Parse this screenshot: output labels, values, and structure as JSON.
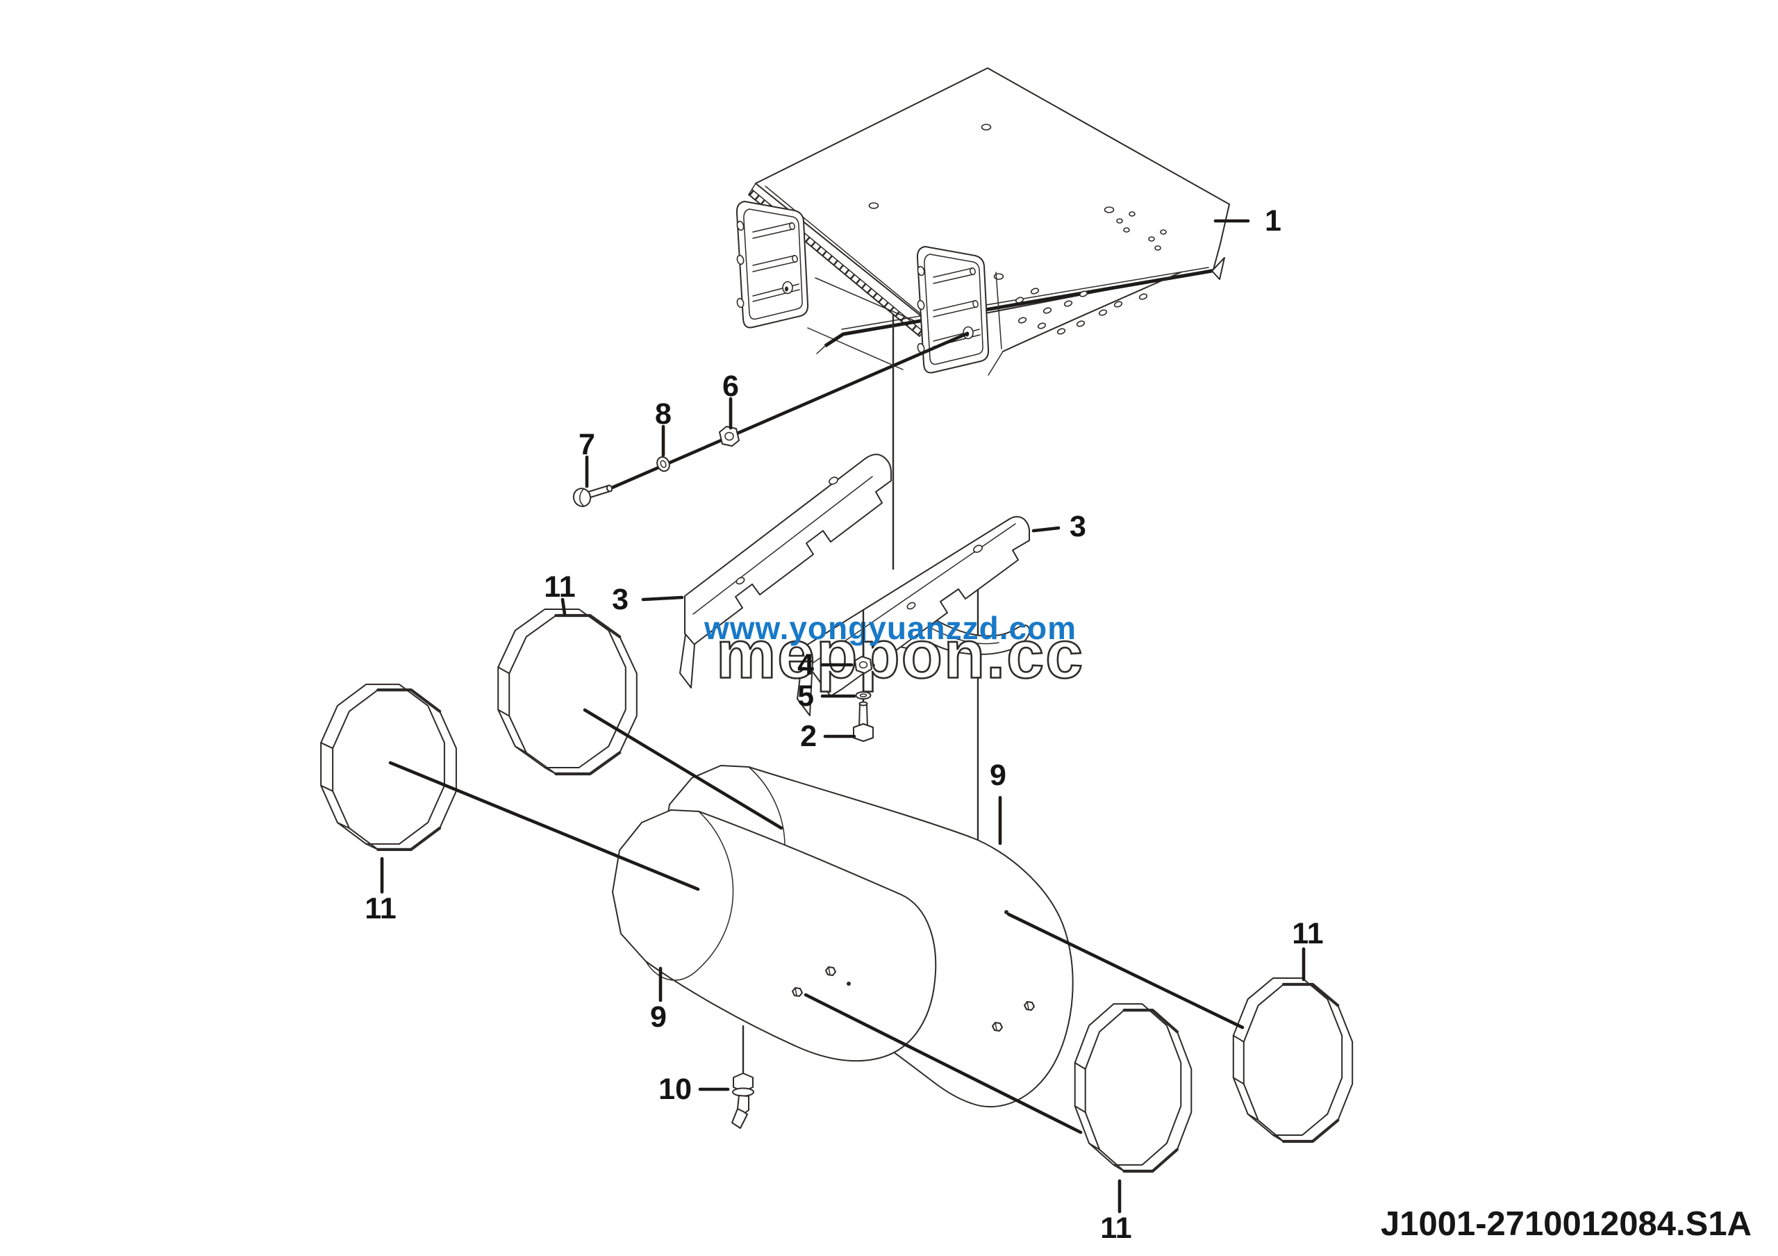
{
  "diagram_code": "J1001-2710012084.S1A",
  "watermarks": {
    "url": "www.yongyuanzzd.com",
    "brand": "meppon.cc",
    "url_color": "#1879c8"
  },
  "colors": {
    "line": "#2e2a28",
    "background": "#ffffff"
  },
  "part_labels": {
    "p1": "1",
    "p2": "2",
    "p3": "3",
    "p4": "4",
    "p5": "5",
    "p6": "6",
    "p7": "7",
    "p8": "8",
    "p9": "9",
    "p10": "10",
    "p11": "11"
  }
}
